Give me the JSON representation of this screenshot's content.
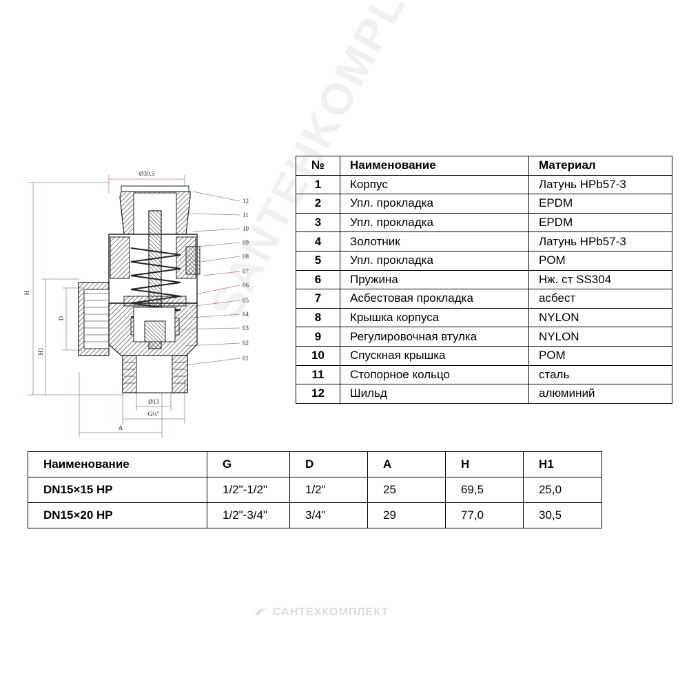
{
  "drawing": {
    "labels": {
      "top_dim": "Ø30.5",
      "bottom_dim": "Ø13",
      "thread_dim": "G½\"",
      "dim_a": "A",
      "dim_h": "H",
      "dim_h1": "H1",
      "dim_d": "D"
    },
    "callouts": [
      "12",
      "11",
      "10",
      "09",
      "08",
      "07",
      "06",
      "05",
      "04",
      "03",
      "02",
      "01"
    ]
  },
  "parts_table": {
    "headers": [
      "№",
      "Наименование",
      "Материал"
    ],
    "rows": [
      {
        "num": "1",
        "name": "Корпус",
        "material": "Латунь HPb57-3"
      },
      {
        "num": "2",
        "name": "Упл. прокладка",
        "material": "EPDM"
      },
      {
        "num": "3",
        "name": "Упл. прокладка",
        "material": "EPDM"
      },
      {
        "num": "4",
        "name": "Золотник",
        "material": "Латунь HPb57-3"
      },
      {
        "num": "5",
        "name": "Упл. прокладка",
        "material": "POM"
      },
      {
        "num": "6",
        "name": "Пружина",
        "material": "Нж. ст SS304"
      },
      {
        "num": "7",
        "name": "Асбестовая прокладка",
        "material": "асбест"
      },
      {
        "num": "8",
        "name": "Крышка корпуса",
        "material": "NYLON"
      },
      {
        "num": "9",
        "name": "Регулировочная втулка",
        "material": "NYLON"
      },
      {
        "num": "10",
        "name": "Спускная крышка",
        "material": "POM"
      },
      {
        "num": "11",
        "name": "Стопорное кольцо",
        "material": "сталь"
      },
      {
        "num": "12",
        "name": "Шильд",
        "material": "алюминий"
      }
    ]
  },
  "spec_table": {
    "headers": [
      "Наименование",
      "G",
      "D",
      "A",
      "H",
      "H1"
    ],
    "rows": [
      [
        "DN15×15 HP",
        "1/2\"-1/2\"",
        "1/2\"",
        "25",
        "69,5",
        "25,0"
      ],
      [
        "DN15×20 HP",
        "1/2\"-3/4\"",
        "3/4\"",
        "29",
        "77,0",
        "30,5"
      ]
    ]
  },
  "watermarks": {
    "diagonal": "SANTEHKOMPLEKT.RU",
    "footer": "САНТЕХКОМПЛЕКТ"
  },
  "colors": {
    "dim_line": "#b87a7a",
    "hatch": "#555555",
    "watermark": "#dcdcdc"
  }
}
